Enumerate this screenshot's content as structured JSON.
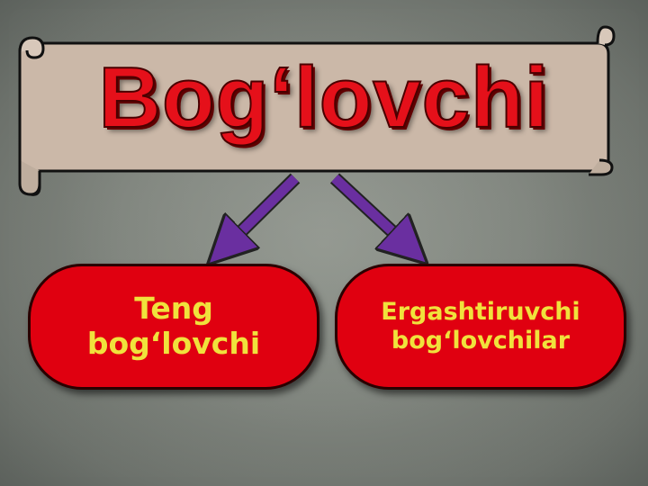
{
  "title": "Bog‘lovchi",
  "branches": [
    {
      "line1": "Teng",
      "line2": "bog‘lovchi"
    },
    {
      "line1": "Ergashtiruvchi",
      "line2": "bog‘lovchilar"
    }
  ],
  "colors": {
    "title_text": "#e5101a",
    "scroll_fill": "#cbb8a8",
    "box_fill": "#e00010",
    "box_text": "#f0e23c",
    "arrow": "#6a2fa0"
  }
}
